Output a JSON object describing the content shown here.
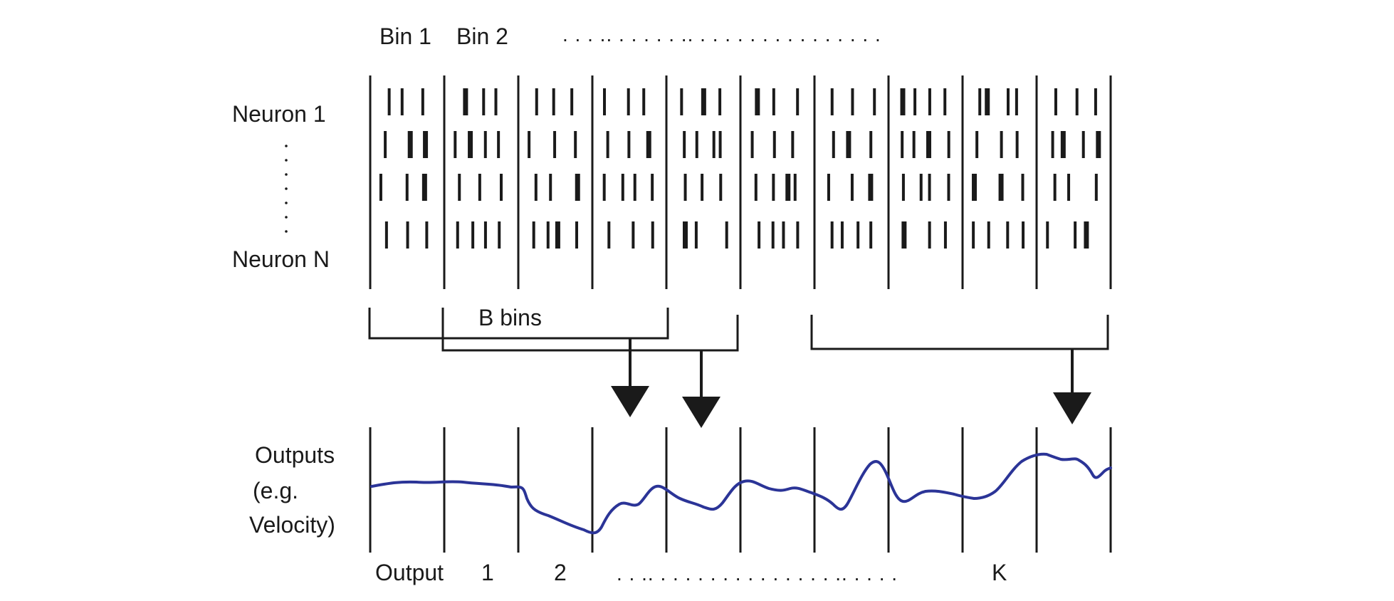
{
  "labels": {
    "bin1": "Bin 1",
    "bin2": "Bin 2",
    "top_dots": ". . . .. . . . . . .. . . . . . . . . . . . . . . .",
    "neuron1": "Neuron 1",
    "neuronN": "Neuron N",
    "b_bins": "B bins",
    "outputs_line1": "Outputs",
    "outputs_line2": "(e.g.",
    "outputs_line3": "Velocity)",
    "output_label": "Output",
    "output_1": "1",
    "output_2": "2",
    "bottom_dots": ". . .. . . . . . . . . . . . . . . .. . . . .",
    "output_k": "K"
  },
  "colors": {
    "ink": "#1a1a1a",
    "trace": "#2b3497",
    "background": "#ffffff"
  },
  "structure": {
    "bin_count": 10,
    "neuron_rows_drawn": 4,
    "grouped_windows": 3
  }
}
